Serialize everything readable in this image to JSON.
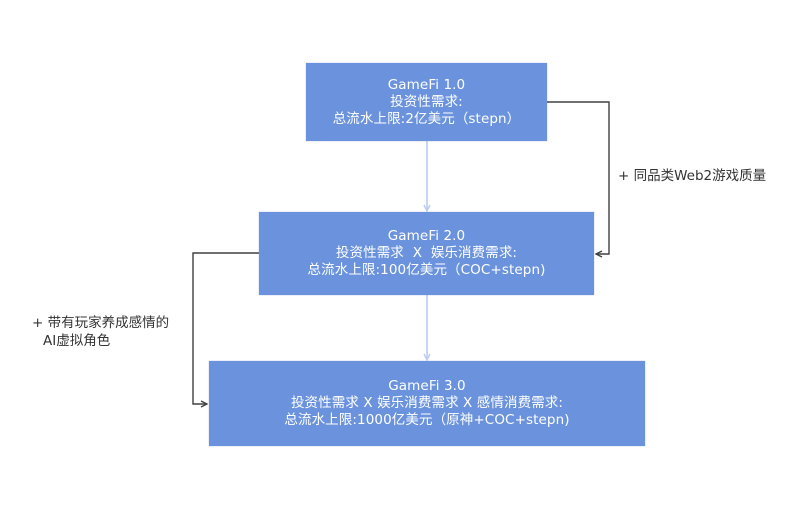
{
  "diagram": {
    "nodes": [
      {
        "id": "gamefi-1",
        "title": "GameFi 1.0",
        "demand": "投资性需求:",
        "ceiling": "总流水上限:2亿美元（stepn）"
      },
      {
        "id": "gamefi-2",
        "title": "GameFi 2.0",
        "demand": "投资性需求  X  娱乐消费需求:",
        "ceiling": "总流水上限:100亿美元（COC+stepn)"
      },
      {
        "id": "gamefi-3",
        "title": "GameFi 3.0",
        "demand": "投资性需求 X 娱乐消费需求 X 感情消费需求:",
        "ceiling": "总流水上限:1000亿美元（原神+COC+stepn)"
      }
    ],
    "edges": [
      {
        "from": "gamefi-1",
        "to": "gamefi-2",
        "label": "+ 同品类Web2游戏质量"
      },
      {
        "from": "gamefi-2",
        "to": "gamefi-3",
        "label_line1": "+ 带有玩家养成感情的",
        "label_line2": "AI虚拟角色"
      }
    ],
    "colors": {
      "box_fill": "#6b93dd",
      "box_text": "#ffffff",
      "connector": "#404040",
      "flow_arrow": "#b9cdf0",
      "note_text": "#333333",
      "background": "#ffffff"
    }
  }
}
